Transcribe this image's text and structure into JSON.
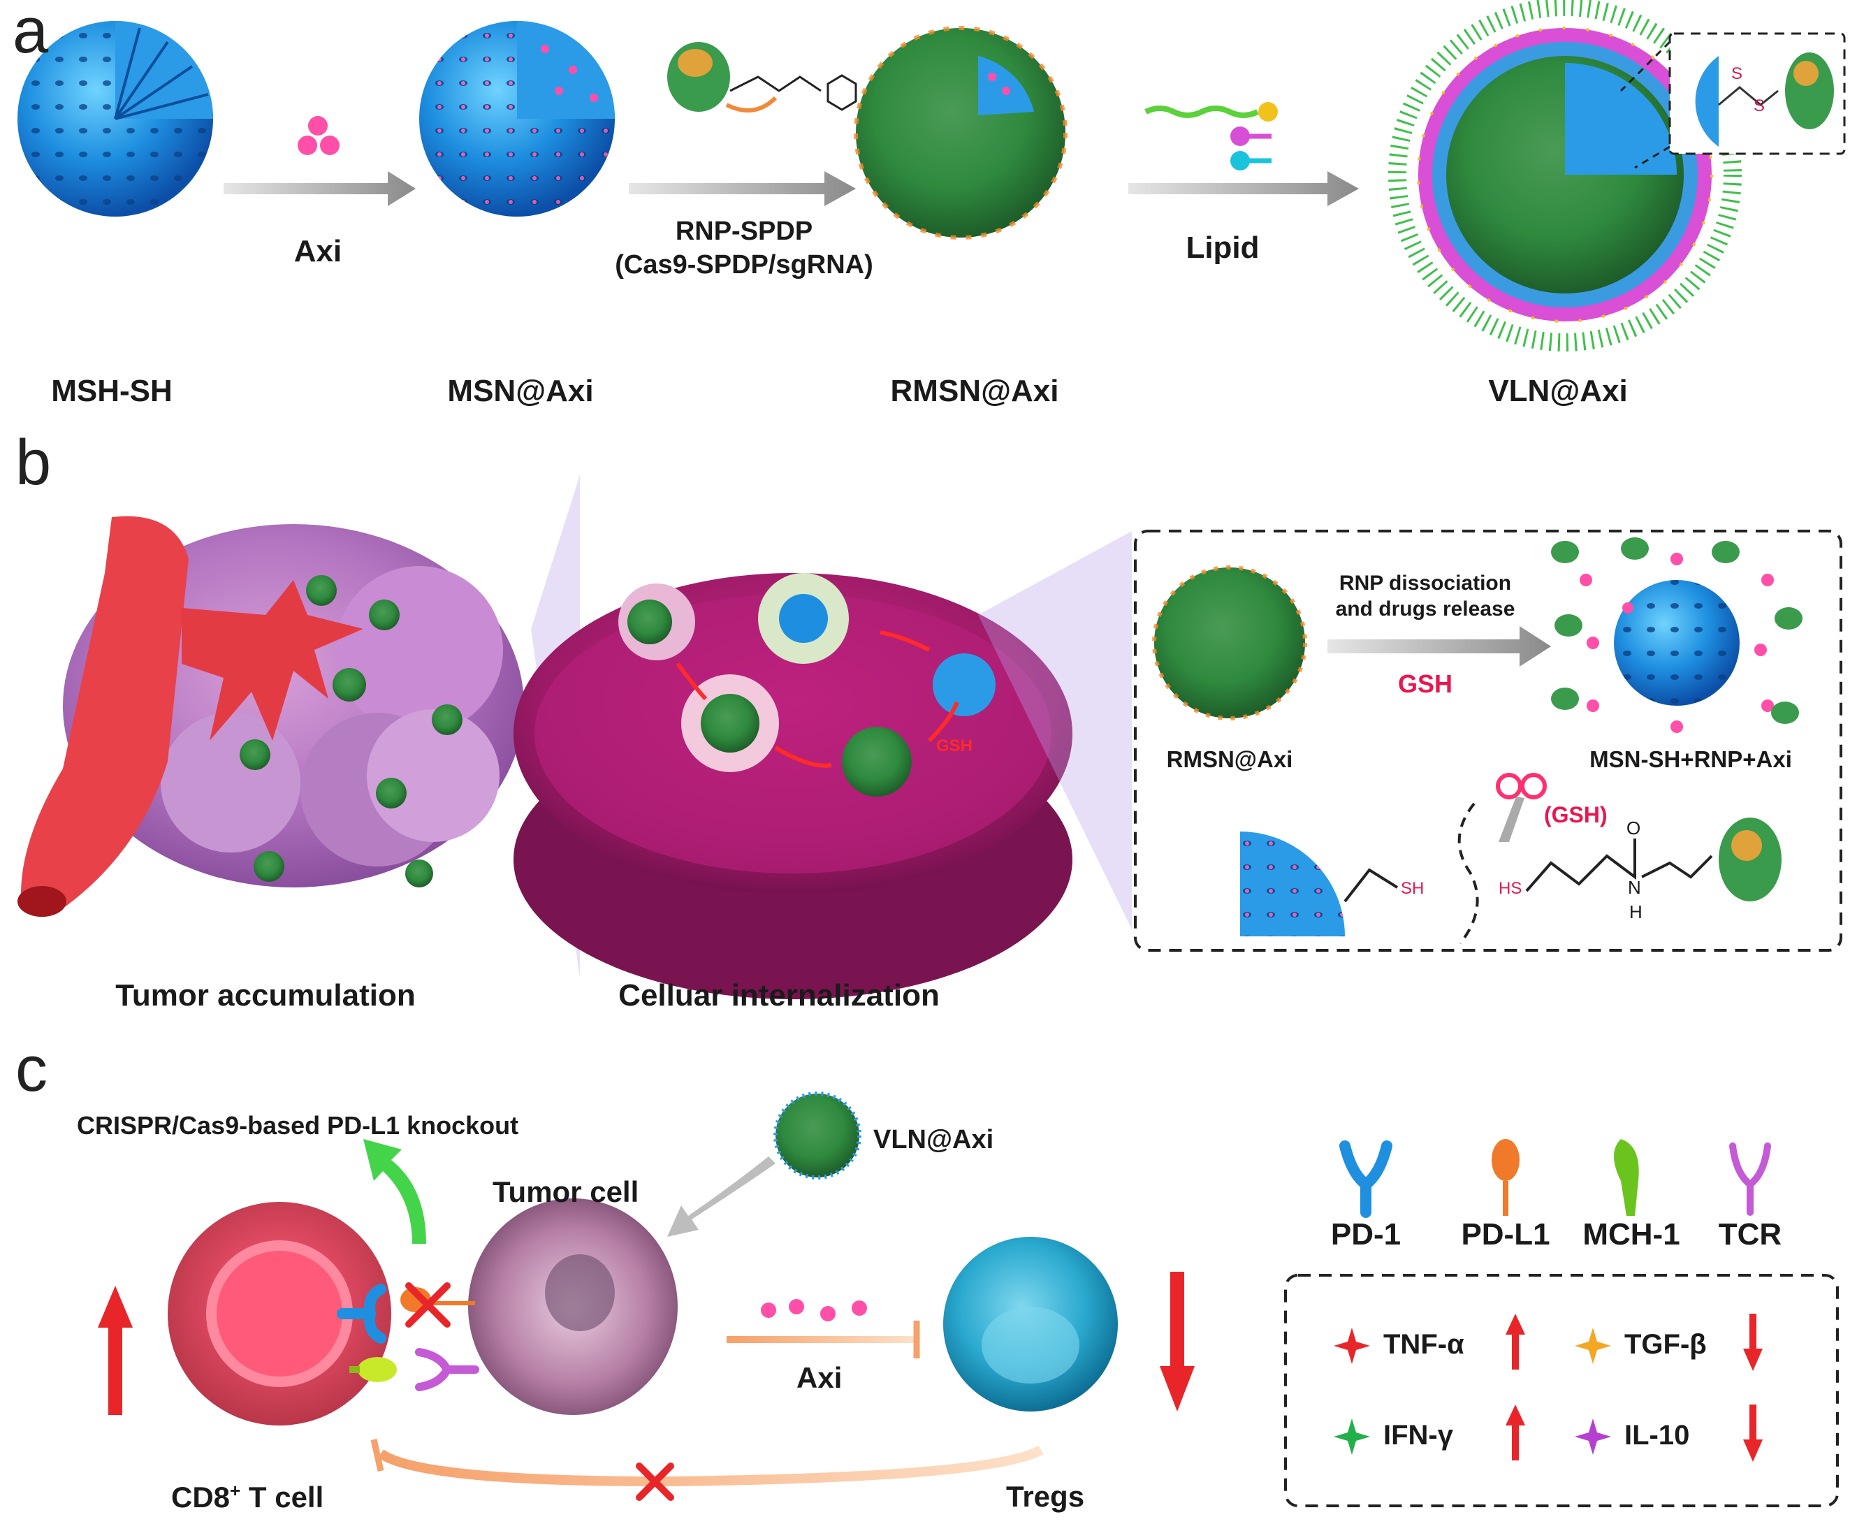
{
  "panel_a": {
    "letter": "a",
    "steps": [
      {
        "label": "MSH-SH"
      },
      {
        "label": "MSN@Axi"
      },
      {
        "label": "RMSN@Axi"
      },
      {
        "label": "VLN@Axi"
      }
    ],
    "arrows": [
      {
        "label": "Axi"
      },
      {
        "label_line1": "RNP-SPDP",
        "label_line2": "(Cas9-SPDP/sgRNA)"
      },
      {
        "label": "Lipid"
      }
    ],
    "disulfide_atoms": [
      "S",
      "S"
    ]
  },
  "panel_b": {
    "letter": "b",
    "captions": [
      "Tumor accumulation",
      "Celluar internalization"
    ],
    "cell_label": "GSH",
    "inset": {
      "arrow_label_line1": "RNP dissociation",
      "arrow_label_line2": "and drugs release",
      "trigger": "GSH",
      "left_label": "RMSN@Axi",
      "right_label": "MSN-SH+RNP+Axi",
      "scissors_label": "(GSH)",
      "chem": {
        "sh_left": "SH",
        "hs_right": "HS",
        "oxygen": "O",
        "nitrogen": "N",
        "hydrogen": "H"
      }
    }
  },
  "panel_c": {
    "letter": "c",
    "knockout": "CRISPR/Cas9-based PD-L1 knockout",
    "nanoparticle": "VLN@Axi",
    "tumor": "Tumor cell",
    "drug": "Axi",
    "tcell_main": "CD8",
    "tcell_sup": "+",
    "tcell_rest": " T cell",
    "tregs": "Tregs",
    "receptors": [
      {
        "name": "PD-1",
        "color": "#1f8fe0"
      },
      {
        "name": "PD-L1",
        "color": "#f07a2a"
      },
      {
        "name": "MCH-1",
        "color": "#6bc41e"
      },
      {
        "name": "TCR",
        "color": "#c45ad6"
      }
    ],
    "cytokines": [
      {
        "name": "TNF-α",
        "color": "#e8262a",
        "trend": "up"
      },
      {
        "name": "TGF-β",
        "color": "#f5a623",
        "trend": "down"
      },
      {
        "name": "IFN-γ",
        "color": "#22b04a",
        "trend": "up"
      },
      {
        "name": "IL-10",
        "color": "#b43fd0",
        "trend": "down"
      }
    ]
  }
}
